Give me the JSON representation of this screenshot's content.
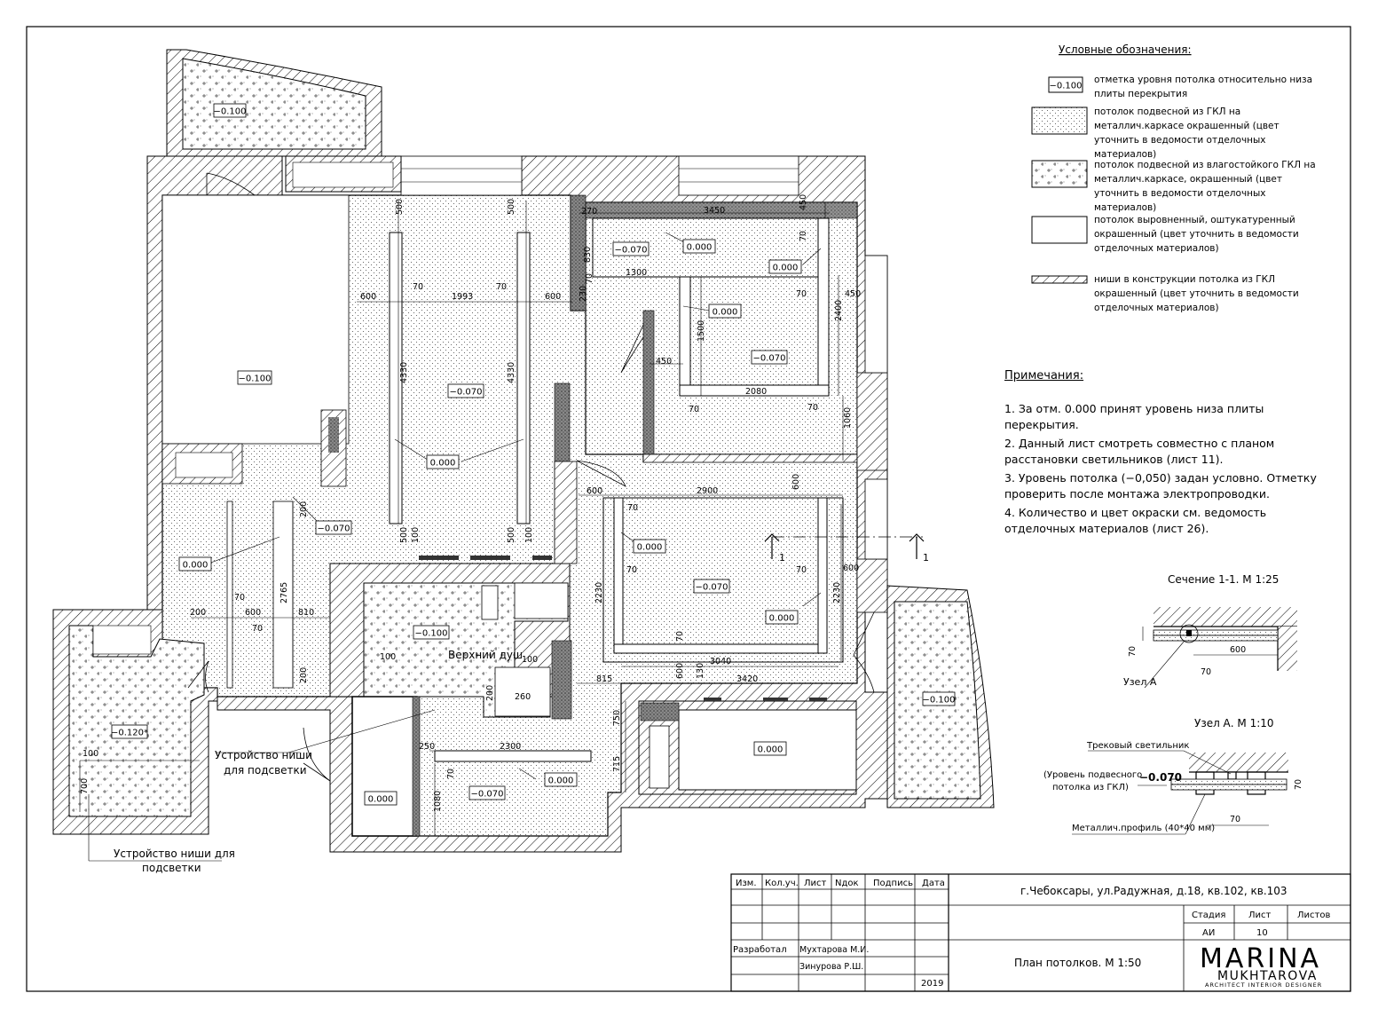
{
  "legend": {
    "title": "Условные обозначения:",
    "items": [
      {
        "symbol": "−0.100",
        "text": "отметка уровня потолка относительно низа плиты перекрытия"
      },
      {
        "symbol": "",
        "text": "потолок подвесной из ГКЛ на металлич.каркасе окрашенный (цвет уточнить в ведомости отделочных материалов)"
      },
      {
        "symbol": "",
        "text": "потолок подвесной из влагостойкого ГКЛ на металлич.каркасе, окрашенный (цвет уточнить в ведомости отделочных материалов)"
      },
      {
        "symbol": "",
        "text": "потолок выровненный, оштукатуренный окрашенный (цвет уточнить в ведомости отделочных материалов)"
      },
      {
        "symbol": "",
        "text": "ниши в конструкции потолка из ГКЛ окрашенный (цвет уточнить в ведомости отделочных материалов)"
      }
    ]
  },
  "notes": {
    "title": "Примечания:",
    "items": [
      "1. За отм. 0.000 принят уровень низа плиты перекрытия.",
      "2. Данный лист смотреть совместно с планом расстановки светильников (лист 11).",
      "3. Уровень потолка (−0,050) задан условно. Отметку проверить после монтажа электропроводки.",
      "4. Количество и цвет окраски см. ведомость отделочных материалов (лист 26)."
    ]
  },
  "section": {
    "title": "Сечение 1-1. М 1:25",
    "dim_600": "600",
    "dim_70a": "70",
    "dim_70b": "70",
    "node_label": "Узел А"
  },
  "node": {
    "title": "Узел А. М 1:10",
    "track_light": "Трековый светильник",
    "level_label_1": "(Уровень подвесного",
    "level_label_2": "потолка из ГКЛ)",
    "level_value": "−0.070",
    "profile": "Металлич.профиль (40*40 мм)",
    "dim_70a": "70",
    "dim_70b": "70"
  },
  "plan": {
    "levels": {
      "balcony_top": "−0.100",
      "living": "−0.100",
      "center_room": "−0.070",
      "center_niche": "0.000",
      "room_right_top_a": "−0.070",
      "room_right_top_b": "0.000",
      "room_right_top_c": "0.000",
      "room_right_top_d": "0.000",
      "room_right_top_e": "−0.070",
      "hall_a": "0.000",
      "hall_b": "−0.070",
      "room_right_mid_a": "0.000",
      "room_right_mid_b": "−0.070",
      "room_right_mid_c": "0.000",
      "bath": "−0.100",
      "balcony_left": "−0.120*",
      "balcony_right": "−0.100",
      "wc": "0.000",
      "corridor_a": "0.000",
      "corridor_b": "−0.070",
      "wardrobe": "0.000"
    },
    "dims": {
      "d500a": "500",
      "d500b": "500",
      "d600a": "600",
      "d70a": "70",
      "d1993": "1993",
      "d70b": "70",
      "d600b": "600",
      "d4330a": "4330",
      "d4330b": "4330",
      "d500c": "500",
      "d100a": "100",
      "d500d": "500",
      "d100b": "100",
      "d270": "270",
      "d3450": "3450",
      "d450a": "450",
      "d70c": "70",
      "d830": "830",
      "d1300": "1300",
      "d70d": "70",
      "d230": "230",
      "d70e": "70",
      "d450b": "450",
      "d1500": "1500",
      "d2400": "2400",
      "d450c": "450",
      "d2080": "2080",
      "d70f": "70",
      "d70g": "70",
      "d1060": "1060",
      "d600c": "600",
      "d2900": "2900",
      "d600d": "600",
      "d70h": "70",
      "d70i": "70",
      "d70j": "70",
      "d600e": "600",
      "d2230a": "2230",
      "d2230b": "2230",
      "d70k": "70",
      "d3040": "3040",
      "d600f": "600",
      "d130": "130",
      "d3420": "3420",
      "d200a": "200",
      "d2765": "2765",
      "d70l": "70",
      "d200b": "200",
      "d600g": "600",
      "d70m": "70",
      "d810": "810",
      "d200c": "200",
      "d100c": "100",
      "d100d": "100",
      "d200d": "200",
      "d260": "260",
      "d815": "815",
      "d750": "750",
      "d715": "715",
      "d250": "250",
      "d2300": "2300",
      "d70n": "70",
      "d1080": "1080",
      "d100e": "100",
      "d700": "700"
    },
    "labels": {
      "upper_shower": "Верхний душ",
      "niche_center_1": "Устройство ниши",
      "niche_center_2": "для подсветки",
      "niche_left_1": "Устройство ниши для",
      "niche_left_2": "подсветки",
      "section_mark_a": "1",
      "section_mark_b": "1"
    }
  },
  "titleblock": {
    "headers": [
      "Изм.",
      "Кол.уч.",
      "Лист",
      "Nдок",
      "Подпись",
      "Дата"
    ],
    "address": "г.Чебоксары, ул.Радужная, д.18, кв.102, кв.103",
    "stage_header": "Стадия",
    "sheet_header": "Лист",
    "sheets_header": "Листов",
    "stage": "АИ",
    "sheet": "10",
    "sheets": "",
    "developed_label": "Разработал",
    "developer_1": "Мухтарова М.И.",
    "developer_2": "Зинурова Р.Ш.",
    "year": "2019",
    "drawing_title": "План потолков. М 1:50",
    "logo_main": "MARINA",
    "logo_second": "MUKHTAROVA",
    "logo_sub": "ARCHITECT   INTERIOR DESIGNER"
  }
}
